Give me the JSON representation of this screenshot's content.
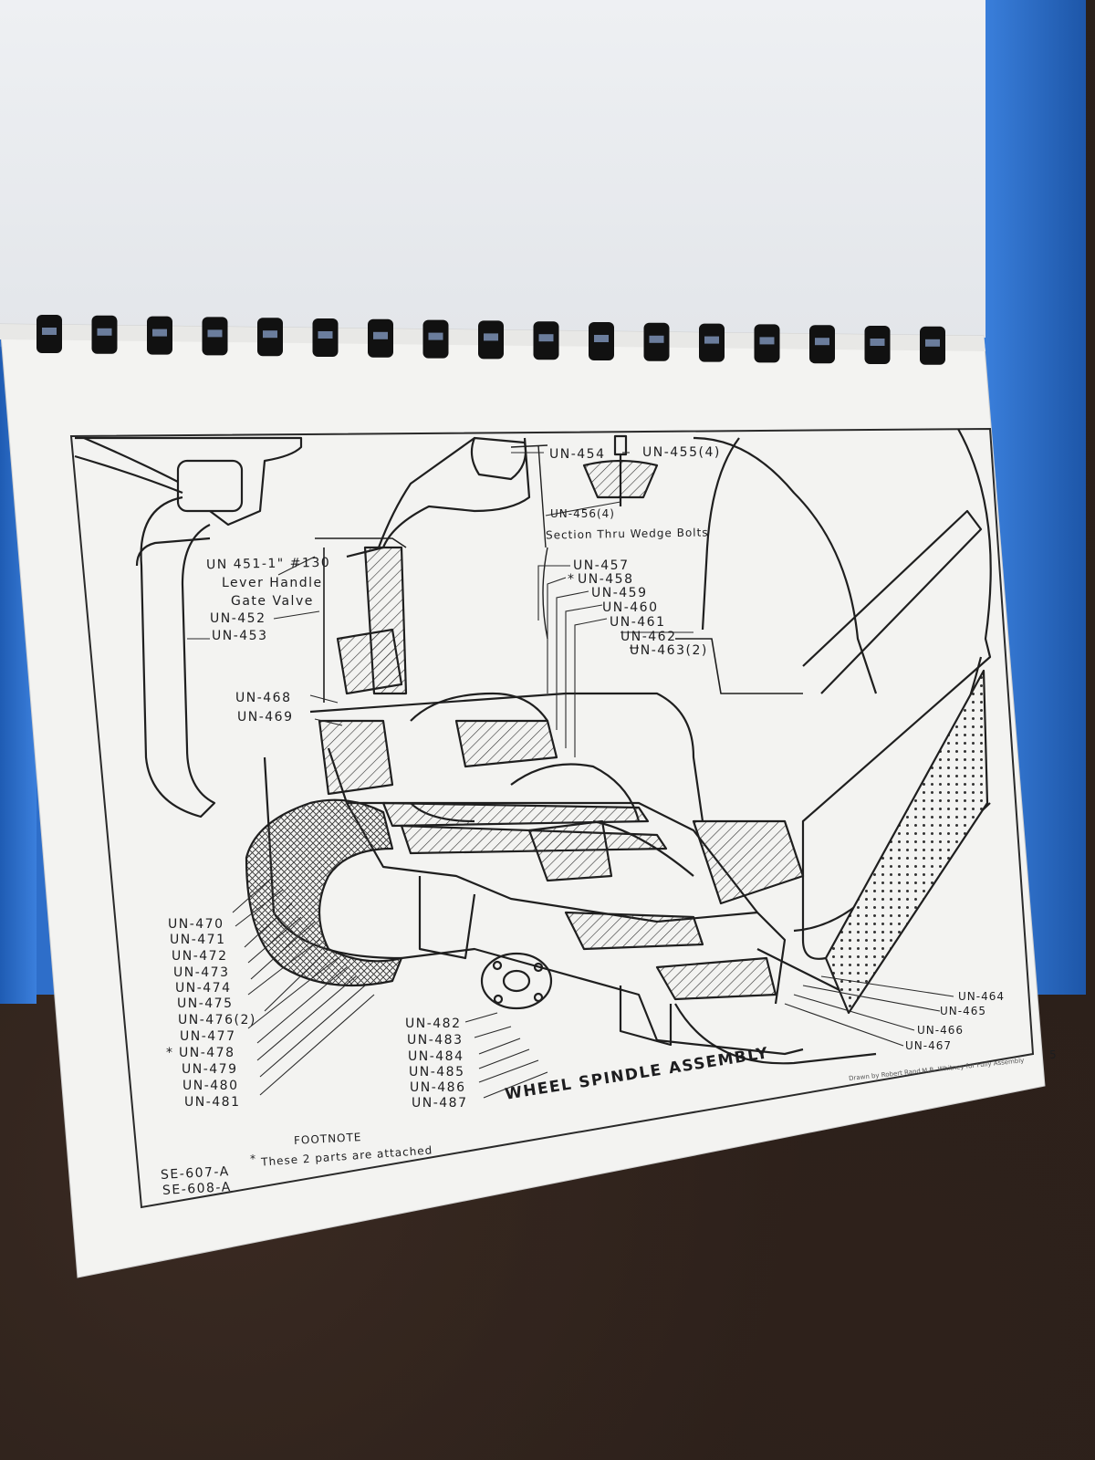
{
  "drawing": {
    "title": "WHEEL SPINDLE ASSEMBLY",
    "section_caption": "Section Thru Wedge Bolts",
    "footnote_heading": "FOOTNOTE",
    "footnote_text": "These 2 parts are attached",
    "sheet_numbers": [
      "SE-607-A",
      "SE-608-A"
    ],
    "page_mark": "5",
    "credits": [
      "Drawn by Robert Rand",
      "M.B. Whitney for Fully Assembly"
    ],
    "callouts_top": [
      "UN-454",
      "UN-455(4)",
      "UN-456(4)"
    ],
    "callouts_valve": [
      "UN 451-1\" #130",
      "Lever Handle",
      "Gate Valve",
      "UN-452",
      "UN-453"
    ],
    "callouts_center": [
      "UN-457",
      "UN-458",
      "UN-459",
      "UN-460",
      "UN-461",
      "UN-462",
      "UN-463(2)"
    ],
    "callouts_mid_left": [
      "UN-468",
      "UN-469"
    ],
    "callouts_left": [
      "UN-470",
      "UN-471",
      "UN-472",
      "UN-473",
      "UN-474",
      "UN-475",
      "UN-476(2)",
      "UN-477",
      "UN-478",
      "UN-479",
      "UN-480",
      "UN-481"
    ],
    "callouts_bottom": [
      "UN-482",
      "UN-483",
      "UN-484",
      "UN-485",
      "UN-486",
      "UN-487"
    ],
    "callouts_right": [
      "UN-464",
      "UN-465",
      "UN-466",
      "UN-467"
    ],
    "asterisk": "*"
  }
}
